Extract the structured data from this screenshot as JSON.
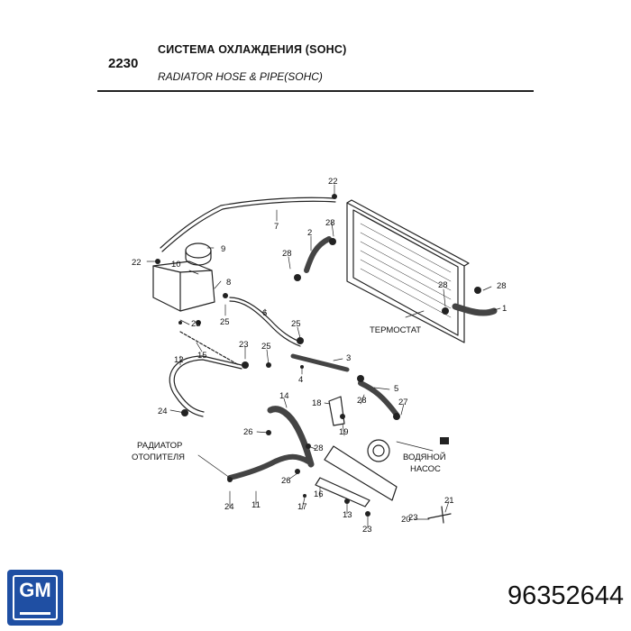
{
  "header": {
    "code": "2230",
    "title_ru": "СИСТЕМА ОХЛАЖДЕНИЯ (SOHC)",
    "title_en": "RADIATOR HOSE & PIPE(SOHC)"
  },
  "diagram": {
    "callouts": [
      "22",
      "7",
      "2",
      "28",
      "9",
      "22",
      "10",
      "8",
      "28",
      "28",
      "28",
      "1",
      "25",
      "6",
      "25",
      "23",
      "15",
      "23",
      "25",
      "3",
      "12",
      "4",
      "5",
      "14",
      "18",
      "28",
      "27",
      "24",
      "26",
      "19",
      "28",
      "26",
      "11",
      "16",
      "17",
      "24",
      "13",
      "23",
      "21",
      "20",
      "23"
    ],
    "labels": {
      "thermostat": "ТЕРМОСТАТ",
      "heater_radiator_line1": "РАДИАТОР",
      "heater_radiator_line2": "ОТОПИТЕЛЯ",
      "water_pump_line1": "ВОДЯНОЙ",
      "water_pump_line2": "НАСОС"
    }
  },
  "footer": {
    "brand": "GM",
    "part_number": "96352644"
  }
}
